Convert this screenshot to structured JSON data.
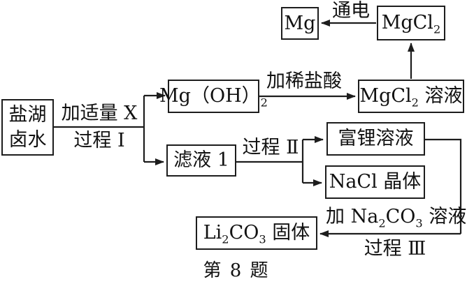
{
  "diagram": {
    "caption": "第 8 题",
    "colors": {
      "background": "#ffffff",
      "line": "#1d1d1d",
      "text": "#111111"
    },
    "nodes": {
      "brine": {
        "line1": "盐湖",
        "line2": "卤水"
      },
      "mgoh2": {
        "segments": [
          {
            "text": "Mg（OH）"
          },
          {
            "text": "2",
            "sub": true
          }
        ]
      },
      "filtrate1": {
        "label": "滤液 1"
      },
      "mgcl2_solution": {
        "segments": [
          {
            "text": "MgCl"
          },
          {
            "text": "2",
            "sub": true
          },
          {
            "text": " 溶液"
          }
        ]
      },
      "mgcl2": {
        "segments": [
          {
            "text": "MgCl"
          },
          {
            "text": "2",
            "sub": true
          }
        ]
      },
      "mg": {
        "label": "Mg"
      },
      "lithium_rich": {
        "label": "富锂溶液"
      },
      "nacl_crystal": {
        "label": "NaCl 晶体"
      },
      "li2co3": {
        "segments": [
          {
            "text": "Li"
          },
          {
            "text": "2",
            "sub": true
          },
          {
            "text": "CO"
          },
          {
            "text": "3",
            "sub": true
          },
          {
            "text": " 固体"
          }
        ]
      }
    },
    "labels": {
      "add_x": "加适量 X",
      "process_1": "过程 Ⅰ",
      "add_dilute_hcl": "加稀盐酸",
      "electrolysis": "通电",
      "process_2": "过程 Ⅱ",
      "add_na2co3": {
        "segments": [
          {
            "text": "加 Na"
          },
          {
            "text": "2",
            "sub": true
          },
          {
            "text": "CO"
          },
          {
            "text": "3",
            "sub": true
          },
          {
            "text": " 溶液"
          }
        ]
      },
      "process_3": "过程 Ⅲ"
    }
  }
}
